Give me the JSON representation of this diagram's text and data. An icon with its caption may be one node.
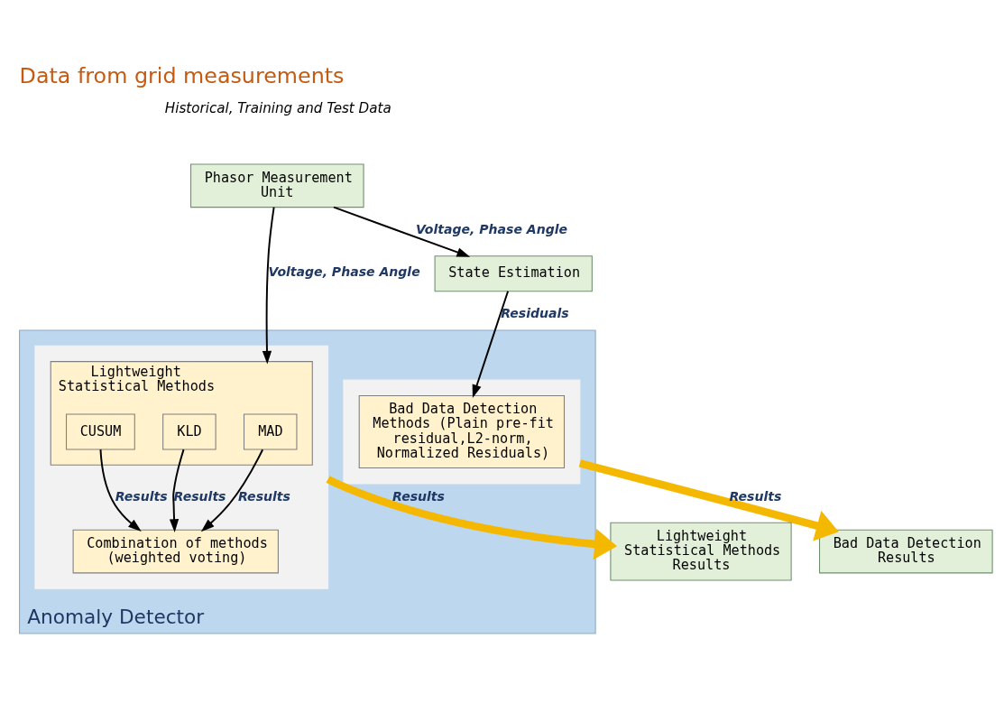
{
  "diagram": {
    "title": "Data from grid measurements",
    "nodes": [
      {
        "text": [
          "Phasor Measurement Unit"
        ]
      },
      {
        "text": [
          "State Estimation"
        ]
      },
      {
        "text": [
          "Anomaly Detector"
        ]
      },
      {
        "text": [],
        "shape": "box",
        "in": 2
      },
      {
        "text": [
          "Bad Data Detection Methods (Plain pre-fit residual,L2-norm, Normalized Residuals)"
        ],
        "in": 3
      },
      {
        "text": [],
        "shape": "box",
        "in": 2
      },
      {
        "text": [
          "Lightweight Statistical Methods"
        ],
        "in": 5
      },
      {
        "text": [
          "MAD"
        ],
        "in": 6
      },
      {
        "text": [
          "KLD"
        ],
        "in": 6
      },
      {
        "text": [
          "CUSUM"
        ],
        "in": 6
      },
      {
        "text": [
          "Combination of methods (weighted voting)"
        ],
        "in": 5
      },
      {
        "text": [
          "Bad Data Detection Results"
        ]
      },
      {
        "text": [
          "Lightweight Statistical Methods Results"
        ]
      }
    ],
    "edges": [
      {
        "from": 0,
        "to": 1,
        "arrow": "to",
        "label": "Voltage, Phase Angle"
      },
      {
        "from": 0,
        "to": 6,
        "arrow": "to",
        "label": "Voltage, Phase Angle"
      },
      {
        "from": 1,
        "to": 4,
        "arrow": "to",
        "label": "Residuals"
      },
      {
        "from": 7,
        "to": 10,
        "arrow": "to",
        "label": "Results"
      },
      {
        "from": 8,
        "to": 10,
        "arrow": "to",
        "label": "Results"
      },
      {
        "from": 9,
        "to": 10,
        "arrow": "to",
        "label": "Results"
      },
      {
        "from": 3,
        "to": 11,
        "arrow": "to",
        "label": "Results",
        "style": "thick",
        "color": "#f5b800"
      },
      {
        "from": 5,
        "to": 12,
        "arrow": "to",
        "label": "Results",
        "style": "thick",
        "color": "#f5b800"
      }
    ],
    "labels": [
      "Historical, Training and Test Data"
    ]
  }
}
